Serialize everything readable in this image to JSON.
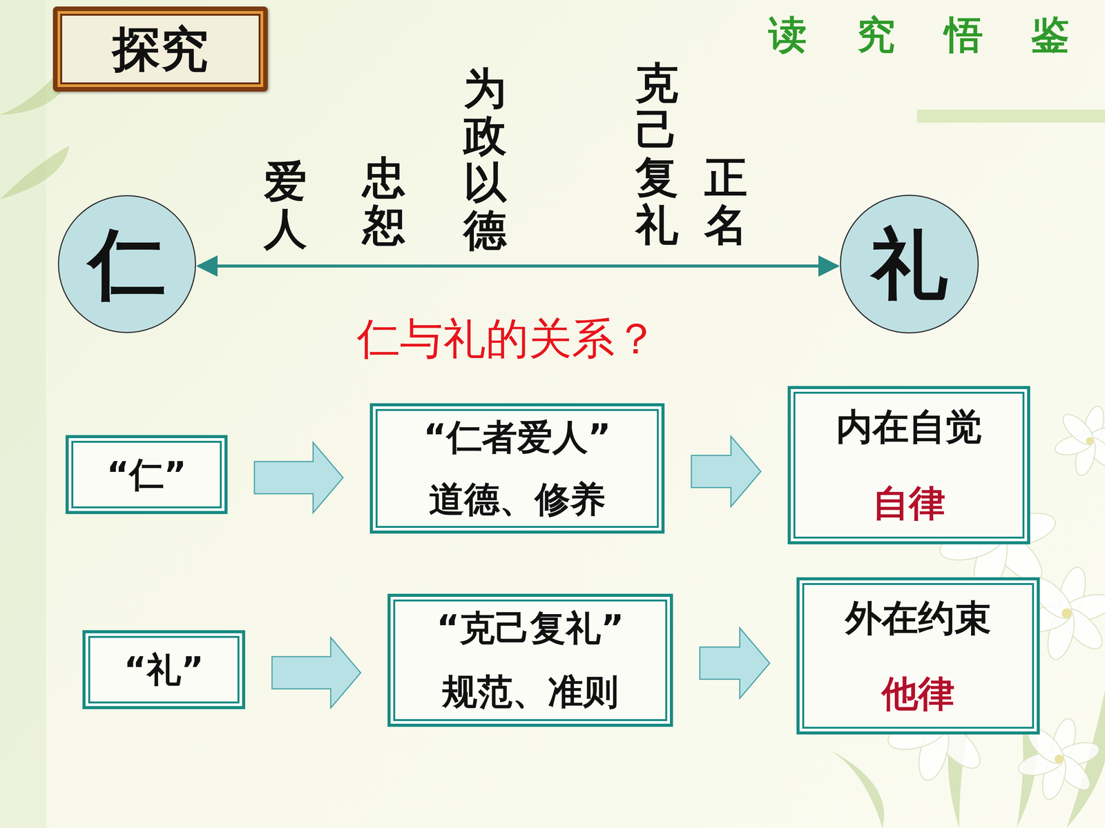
{
  "diagram": {
    "nodes": [
      {
        "text": [
          "探究"
        ]
      },
      {
        "text": [
          "仁"
        ]
      },
      {
        "text": [
          "礼"
        ]
      },
      {
        "text": [
          "“仁”"
        ]
      },
      {
        "text": [
          "“仁者爱人”",
          "道德、修养"
        ]
      },
      {
        "text": [
          "内在自觉",
          "自律"
        ]
      },
      {
        "text": [
          "“礼”"
        ]
      },
      {
        "text": [
          "“克己复礼”",
          "规范、准则"
        ]
      },
      {
        "text": [
          "外在约束",
          "他律"
        ]
      }
    ],
    "edges": [
      {
        "from": 1,
        "to": 2,
        "arrow": "both"
      },
      {
        "from": 3,
        "to": 4,
        "arrow": "to"
      },
      {
        "from": 4,
        "to": 5,
        "arrow": "to"
      },
      {
        "from": 6,
        "to": 7,
        "arrow": "to"
      },
      {
        "from": 7,
        "to": 8,
        "arrow": "to"
      }
    ],
    "labels": [
      "读",
      "究",
      "悟",
      "鉴",
      "爱人",
      "忠恕",
      "为政以德",
      "克己复礼",
      "正名",
      "仁与礼的关系？"
    ]
  }
}
